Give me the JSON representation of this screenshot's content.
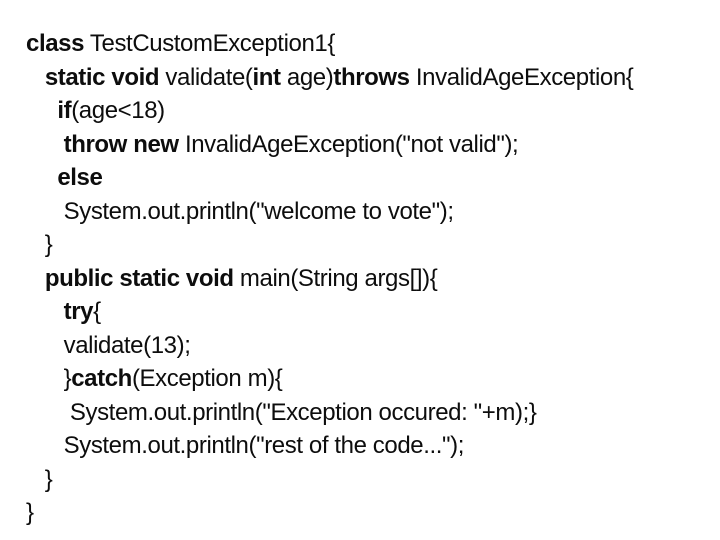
{
  "slide": {
    "background_color": "#ffffff",
    "text_color": "#0d0d0d",
    "code": {
      "language": "java",
      "lines": [
        {
          "segments": [
            {
              "t": "class",
              "b": true
            },
            {
              "t": " TestCustomException1{",
              "b": false
            }
          ]
        },
        {
          "segments": [
            {
              "t": "   ",
              "b": false
            },
            {
              "t": "static void",
              "b": true
            },
            {
              "t": " validate(",
              "b": false
            },
            {
              "t": "int",
              "b": true
            },
            {
              "t": " age)",
              "b": false
            },
            {
              "t": "throws",
              "b": true
            },
            {
              "t": " InvalidAgeException{",
              "b": false
            }
          ]
        },
        {
          "segments": [
            {
              "t": "     ",
              "b": false
            },
            {
              "t": "if",
              "b": true
            },
            {
              "t": "(age<18)",
              "b": false
            }
          ]
        },
        {
          "segments": [
            {
              "t": "      ",
              "b": false
            },
            {
              "t": "throw new",
              "b": true
            },
            {
              "t": " InvalidAgeException(\"not valid\");",
              "b": false
            }
          ]
        },
        {
          "segments": [
            {
              "t": "     ",
              "b": false
            },
            {
              "t": "else",
              "b": true
            }
          ]
        },
        {
          "segments": [
            {
              "t": "      System.out.println(\"welcome to vote\");",
              "b": false
            }
          ]
        },
        {
          "segments": [
            {
              "t": "   }",
              "b": false
            }
          ]
        },
        {
          "segments": [
            {
              "t": "   ",
              "b": false
            },
            {
              "t": "public static void",
              "b": true
            },
            {
              "t": " main(String args[]){",
              "b": false
            }
          ]
        },
        {
          "segments": [
            {
              "t": "      ",
              "b": false
            },
            {
              "t": "try",
              "b": true
            },
            {
              "t": "{",
              "b": false
            }
          ]
        },
        {
          "segments": [
            {
              "t": "      validate(13);",
              "b": false
            }
          ]
        },
        {
          "segments": [
            {
              "t": "      }",
              "b": false
            },
            {
              "t": "catch",
              "b": true
            },
            {
              "t": "(Exception m){",
              "b": false
            }
          ]
        },
        {
          "segments": [
            {
              "t": "       System.out.println(\"Exception occured: \"+m);}",
              "b": false
            }
          ]
        },
        {
          "segments": [
            {
              "t": "      System.out.println(\"rest of the code...\");",
              "b": false
            }
          ]
        },
        {
          "segments": [
            {
              "t": "   }",
              "b": false
            }
          ]
        },
        {
          "segments": [
            {
              "t": "}",
              "b": false
            }
          ]
        }
      ]
    }
  }
}
